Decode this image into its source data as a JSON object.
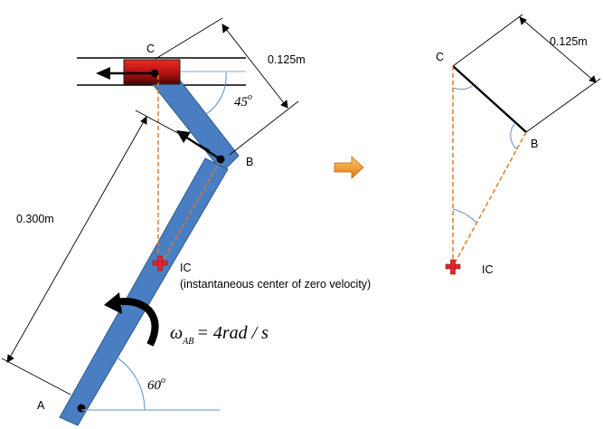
{
  "left_figure": {
    "point_c": "C",
    "point_b": "B",
    "point_a": "A",
    "ic_label": "IC",
    "ic_note": "(instantaneous center of zero velocity)",
    "dim_bc": "0.125m",
    "dim_ab": "0.300m",
    "angle_top": "45",
    "angle_bottom": "60",
    "degree_mark": "o",
    "omega_symbol": "ω",
    "omega_subscript": "AB",
    "omega_value": "= 4rad / s"
  },
  "right_figure": {
    "point_c": "C",
    "point_b": "B",
    "ic_label": "IC",
    "dim_bc": "0.125m"
  },
  "colors": {
    "link": "#4a7ec2",
    "link_edge": "#2e5a8f",
    "slider_top": "#e8231c",
    "slider_bottom": "#5a0606",
    "dashed": "#e07a2a",
    "ic_marker": "#e3262a",
    "angle_arc": "#5a8fcf",
    "arrow": "#f0a030"
  }
}
